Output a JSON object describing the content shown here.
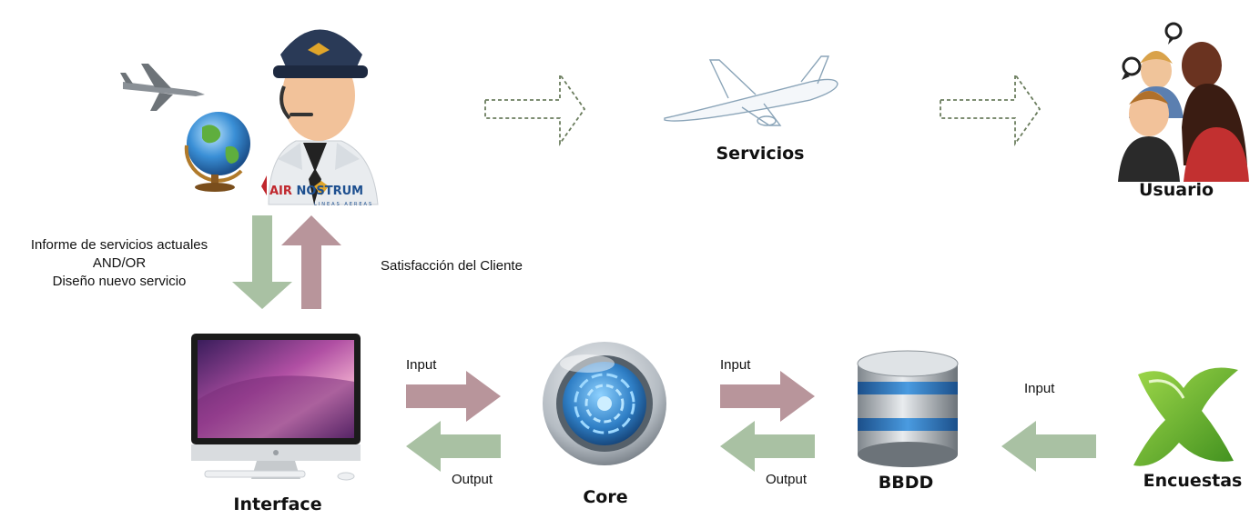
{
  "nodes": {
    "company": {
      "logo_text": "AIR NOSTRUM",
      "logo_subtext": "LINEAS AEREAS"
    },
    "services": {
      "label": "Servicios"
    },
    "user": {
      "label": "Usuario"
    },
    "interface": {
      "label": "Interface"
    },
    "core": {
      "label": "Core"
    },
    "database": {
      "label": "BBDD"
    },
    "surveys": {
      "label": "Encuestas"
    }
  },
  "edges": {
    "down_left": {
      "lines": [
        "Informe de servicios actuales",
        "AND/OR",
        "Diseño nuevo servicio"
      ]
    },
    "up_right": {
      "label": "Satisfacción del Cliente"
    },
    "interface_core_input": {
      "label": "Input"
    },
    "interface_core_output": {
      "label": "Output"
    },
    "core_db_input": {
      "label": "Input"
    },
    "core_db_output": {
      "label": "Output"
    },
    "surveys_db_input": {
      "label": "Input"
    }
  },
  "colors": {
    "arrow_input": "#b8959b",
    "arrow_output": "#a9c1a3",
    "dashed_arrow": "#6b7d5e",
    "logo_red": "#c0272d",
    "logo_blue": "#1d4f8f"
  }
}
